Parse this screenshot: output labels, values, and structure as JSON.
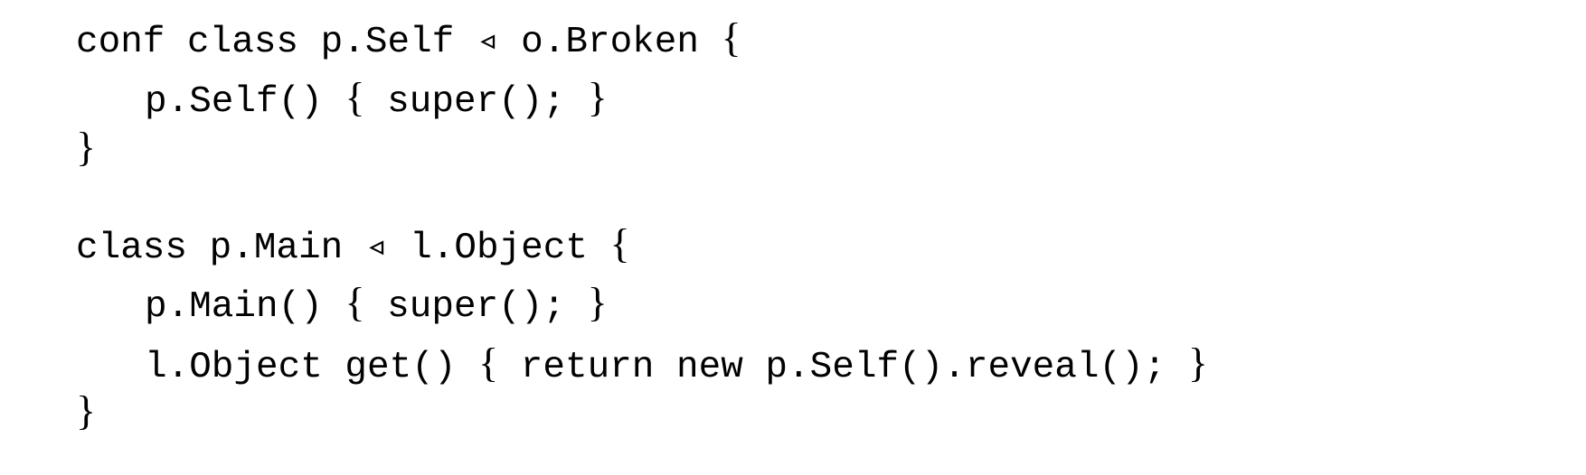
{
  "code": {
    "block1": {
      "line1": {
        "text": "conf class p.Self ◃ o.Broken",
        "open_brace": "{"
      },
      "line2": {
        "text": "p.Self()",
        "open_brace": "{",
        "body": "super();",
        "close_brace": "}"
      },
      "line3": {
        "close_brace": "}"
      }
    },
    "block2": {
      "line1": {
        "text": "class p.Main ◃ l.Object",
        "open_brace": "{"
      },
      "line2": {
        "text": "p.Main()",
        "open_brace": "{",
        "body": "super();",
        "close_brace": "}"
      },
      "line3": {
        "text": "l.Object get()",
        "open_brace": "{",
        "body": "return new p.Self().reveal();",
        "close_brace": "}"
      },
      "line4": {
        "close_brace": "}"
      }
    }
  }
}
